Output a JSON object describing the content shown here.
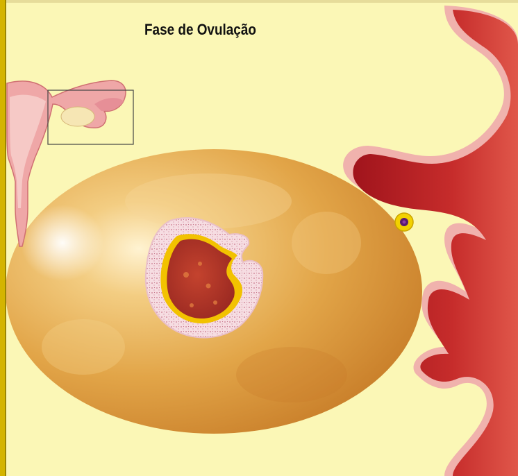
{
  "title": "Fase de Ovulação",
  "colors": {
    "background": "#fbf7b6",
    "ovary": "#e9b458",
    "fimbriae": "#a81c22",
    "fimbriae_outline": "#f0b2ad",
    "follicle_wall": "#f3d6dc",
    "follicle_core": "#b0352a",
    "ovum": "#f2d100",
    "ovum_nucleus": "#5a1a70",
    "frame_edge": "#d4b400"
  },
  "icons": [
    "uterus-overview-icon",
    "zoom-region-box",
    "ovary-illustration",
    "follicle-illustration",
    "fimbriae-illustration",
    "ovum-illustration"
  ]
}
